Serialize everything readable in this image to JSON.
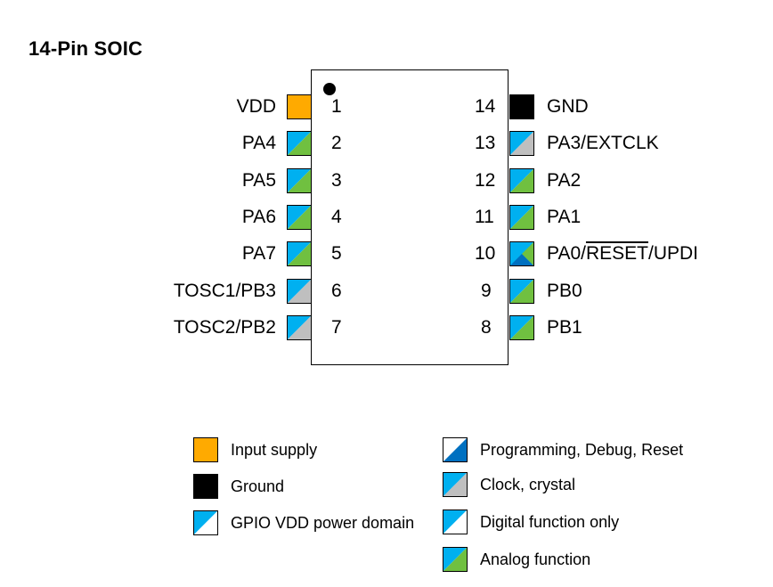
{
  "title": "14-Pin SOIC",
  "colors": {
    "supply": "#FFAA00",
    "ground": "#000000",
    "gpio": "#00B0F0",
    "digital": "#00B0F0",
    "analog": "#70C040",
    "clock": "#BFBFBF",
    "programming": "#0070C0",
    "white": "#FFFFFF"
  },
  "left_pins": [
    {
      "label": "VDD",
      "number": "1",
      "type": "supply"
    },
    {
      "label": "PA4",
      "number": "2",
      "type": "analog"
    },
    {
      "label": "PA5",
      "number": "3",
      "type": "analog"
    },
    {
      "label": "PA6",
      "number": "4",
      "type": "analog"
    },
    {
      "label": "PA7",
      "number": "5",
      "type": "analog"
    },
    {
      "label": "TOSC1/PB3",
      "number": "6",
      "type": "clock"
    },
    {
      "label": "TOSC2/PB2",
      "number": "7",
      "type": "clock"
    }
  ],
  "right_pins": [
    {
      "label": "GND",
      "number": "14",
      "type": "ground"
    },
    {
      "label": "PA3/EXTCLK",
      "number": "13",
      "type": "clock"
    },
    {
      "label": "PA2",
      "number": "12",
      "type": "analog"
    },
    {
      "label": "PA1",
      "number": "11",
      "type": "analog"
    },
    {
      "label_prefix": "PA0/",
      "label_overline": "RESET",
      "label_suffix": "/UPDI",
      "number": "10",
      "type": "programming"
    },
    {
      "label": "PB0",
      "number": "9",
      "type": "analog"
    },
    {
      "label": "PB1",
      "number": "8",
      "type": "analog"
    }
  ],
  "legend": {
    "left": [
      {
        "label": "Input supply",
        "type": "supply"
      },
      {
        "label": "Ground",
        "type": "ground"
      },
      {
        "label": "GPIO VDD power domain",
        "type": "gpio"
      }
    ],
    "right": [
      {
        "label": "Programming, Debug, Reset",
        "type": "programming"
      },
      {
        "label": "Clock, crystal",
        "type": "clock"
      },
      {
        "label": "Digital function only",
        "type": "digital"
      },
      {
        "label": "Analog function",
        "type": "analog"
      }
    ]
  }
}
